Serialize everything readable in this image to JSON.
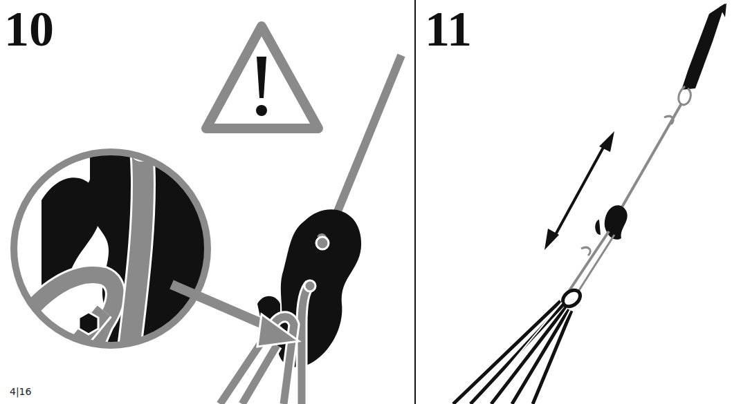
{
  "diagram": {
    "labels": [
      "10",
      "11",
      "4|16"
    ]
  }
}
